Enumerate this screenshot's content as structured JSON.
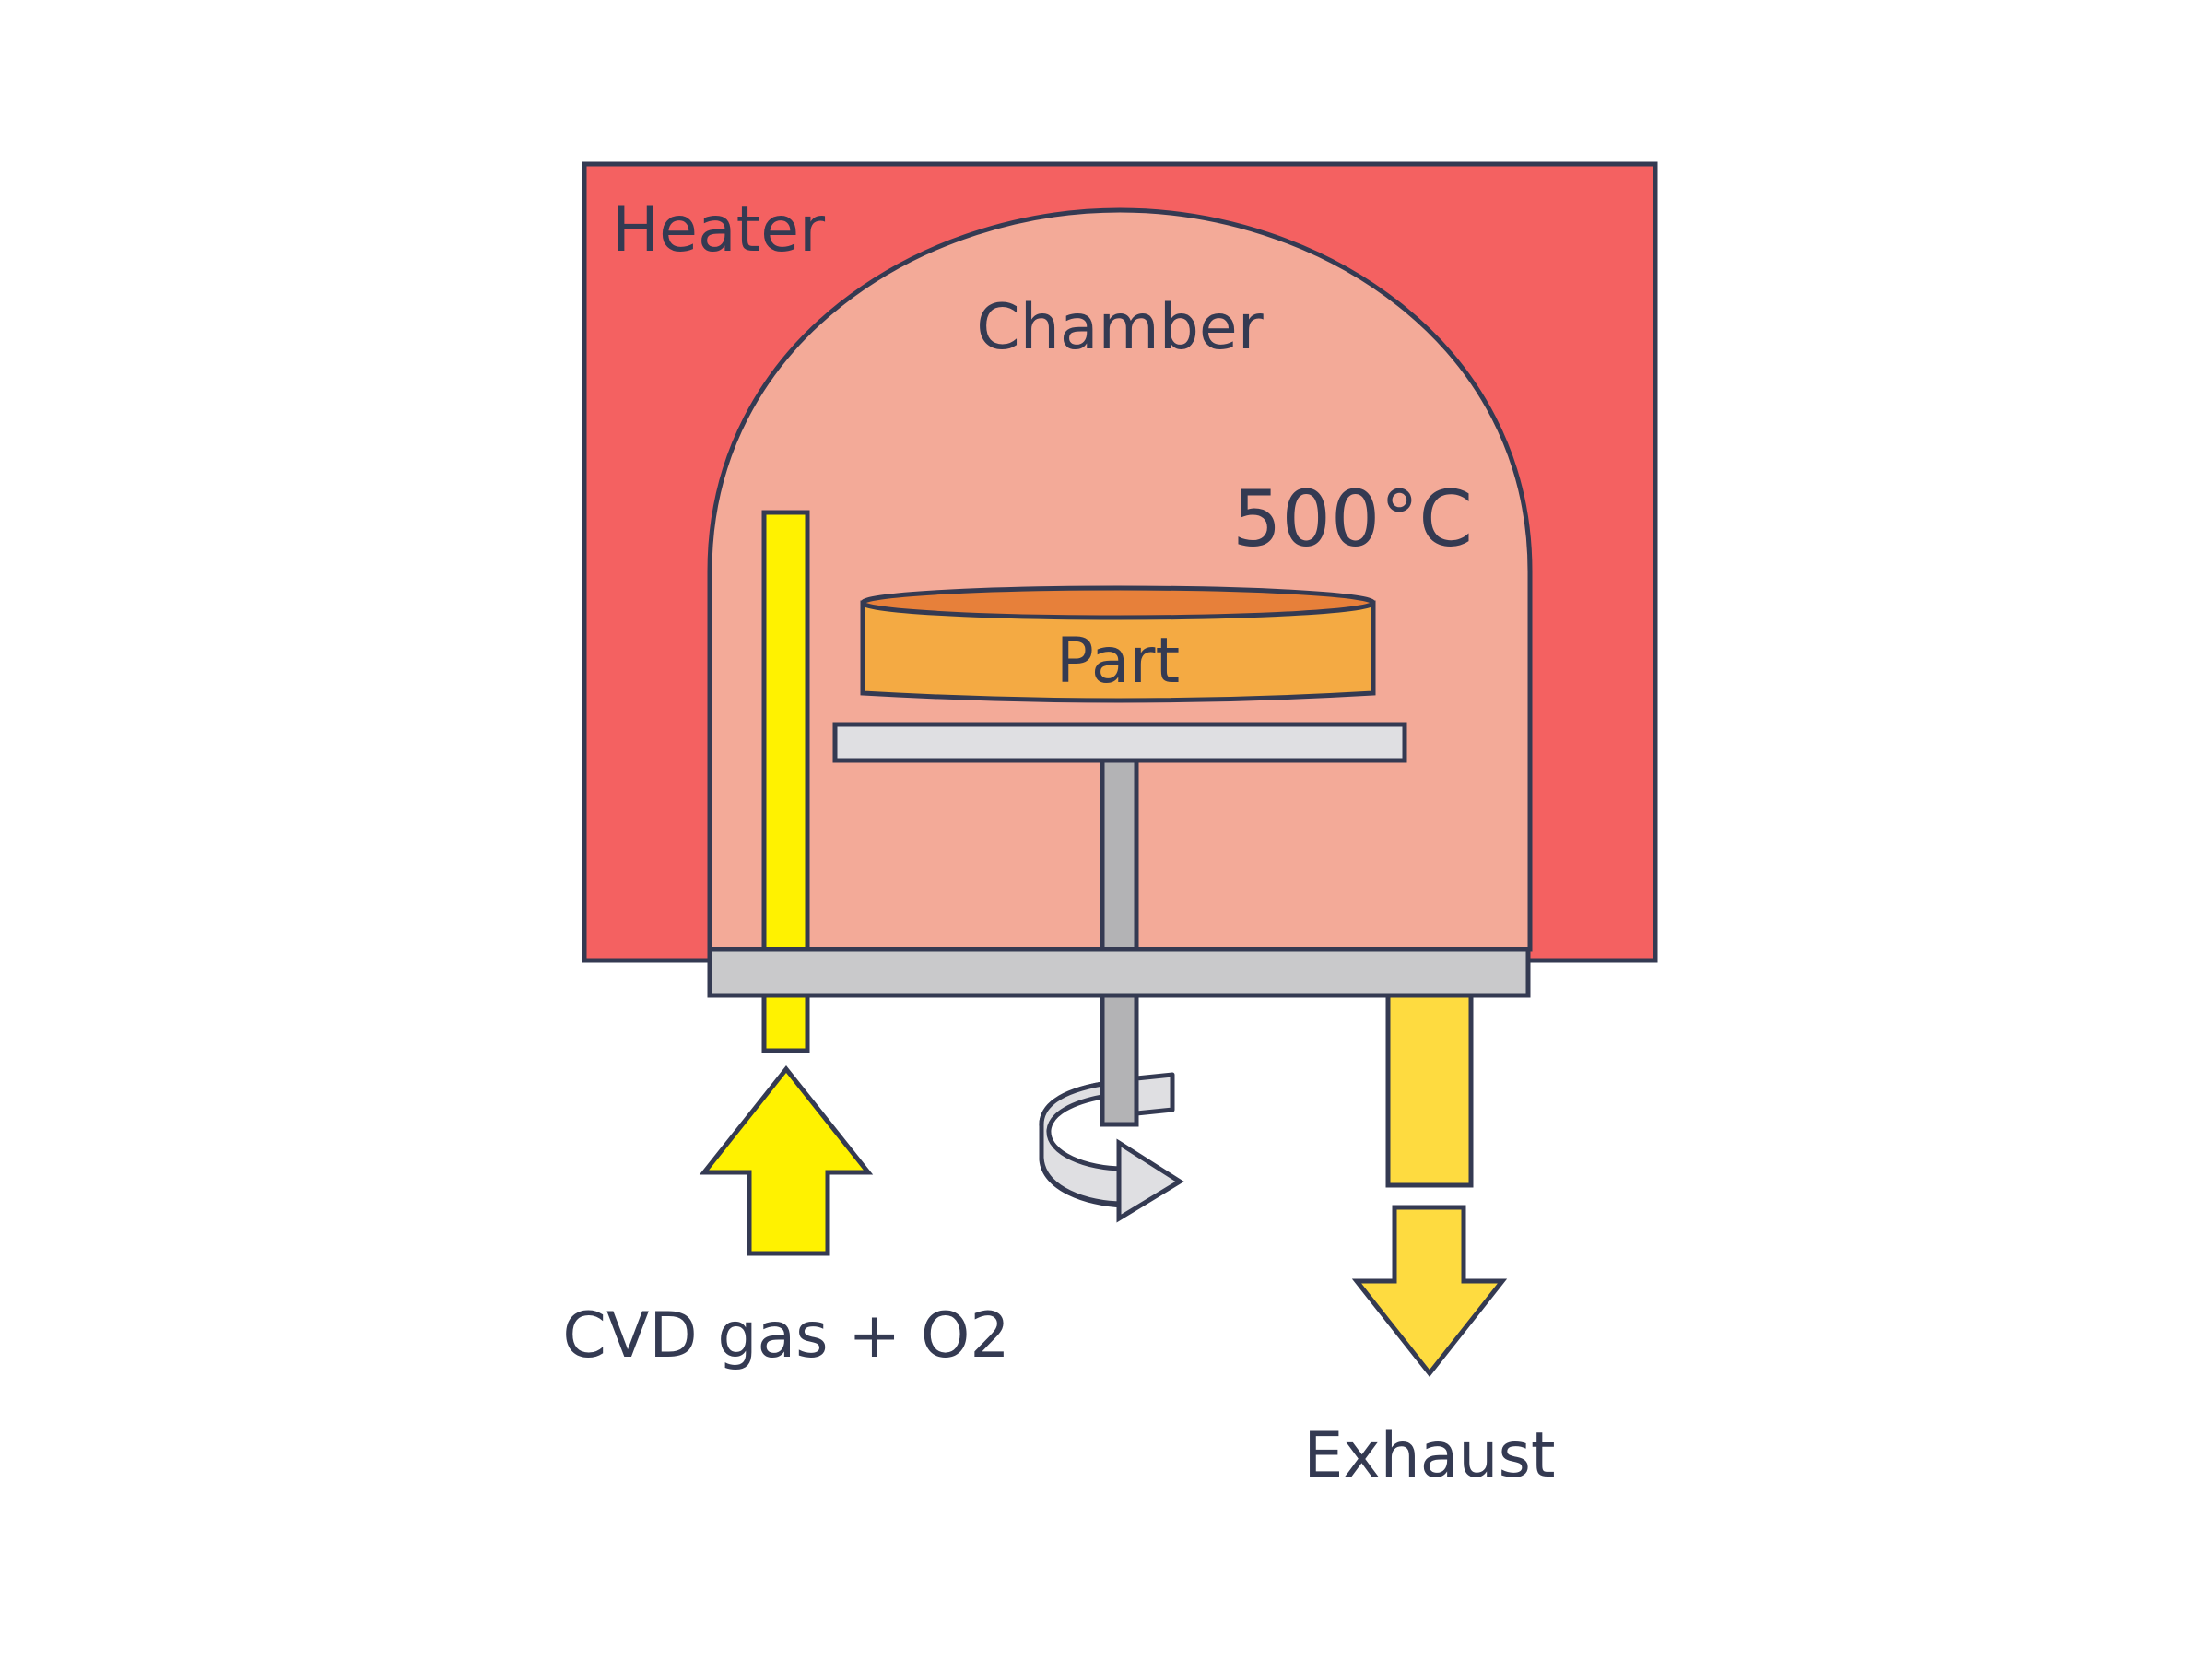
{
  "labels": {
    "heater": "Heater",
    "chamber": "Chamber",
    "temperature": "500°C",
    "part": "Part",
    "gas_inlet": "CVD gas + O2",
    "exhaust": "Exhaust"
  },
  "colors": {
    "heater": "#f46161",
    "chamber": "#f3aa98",
    "part": "#f4aa43",
    "part_top": "#e7803a",
    "outline": "#343a52",
    "platform": "#dfdfe2",
    "base_plate": "#c9c9cb",
    "shaft": "#b3b3b5",
    "gas_pipe": "#fff200",
    "exhaust_pipe": "#fedb40",
    "rotation_arrow": "#dfdfe2",
    "background": "#ffffff"
  },
  "icons": {
    "gas_arrow": "arrow-up-icon",
    "exhaust_arrow": "arrow-down-icon",
    "rotation": "rotate-arrow-icon"
  }
}
